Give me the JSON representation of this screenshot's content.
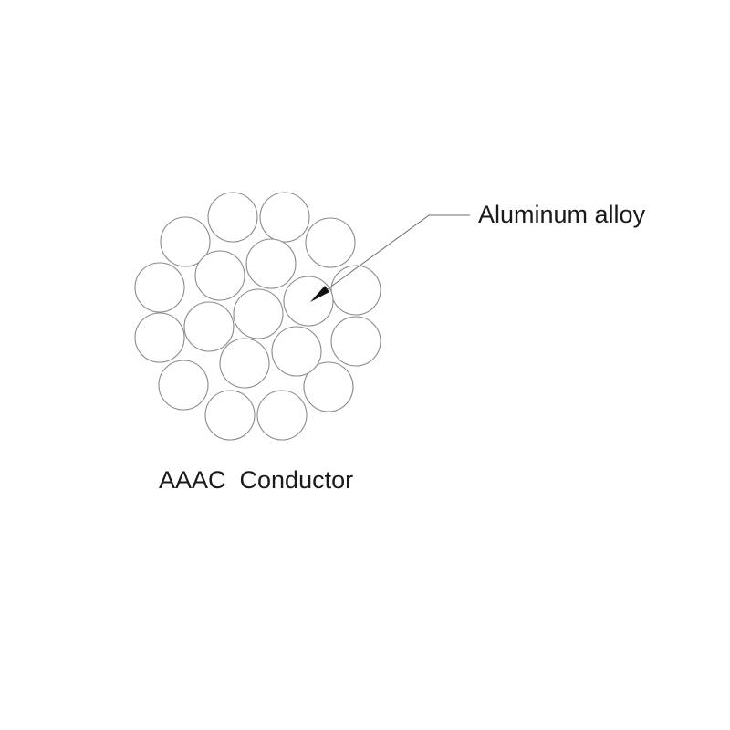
{
  "callout": {
    "label": "Aluminum alloy"
  },
  "caption": {
    "text": "AAAC  Conductor"
  },
  "conductor": {
    "strand_count": 19,
    "strand_material": "Aluminum alloy"
  },
  "colors": {
    "background": "#ffffff",
    "strand_outline": "#8a8a8a",
    "text": "#1a1a1a",
    "arrow": "#111111"
  }
}
